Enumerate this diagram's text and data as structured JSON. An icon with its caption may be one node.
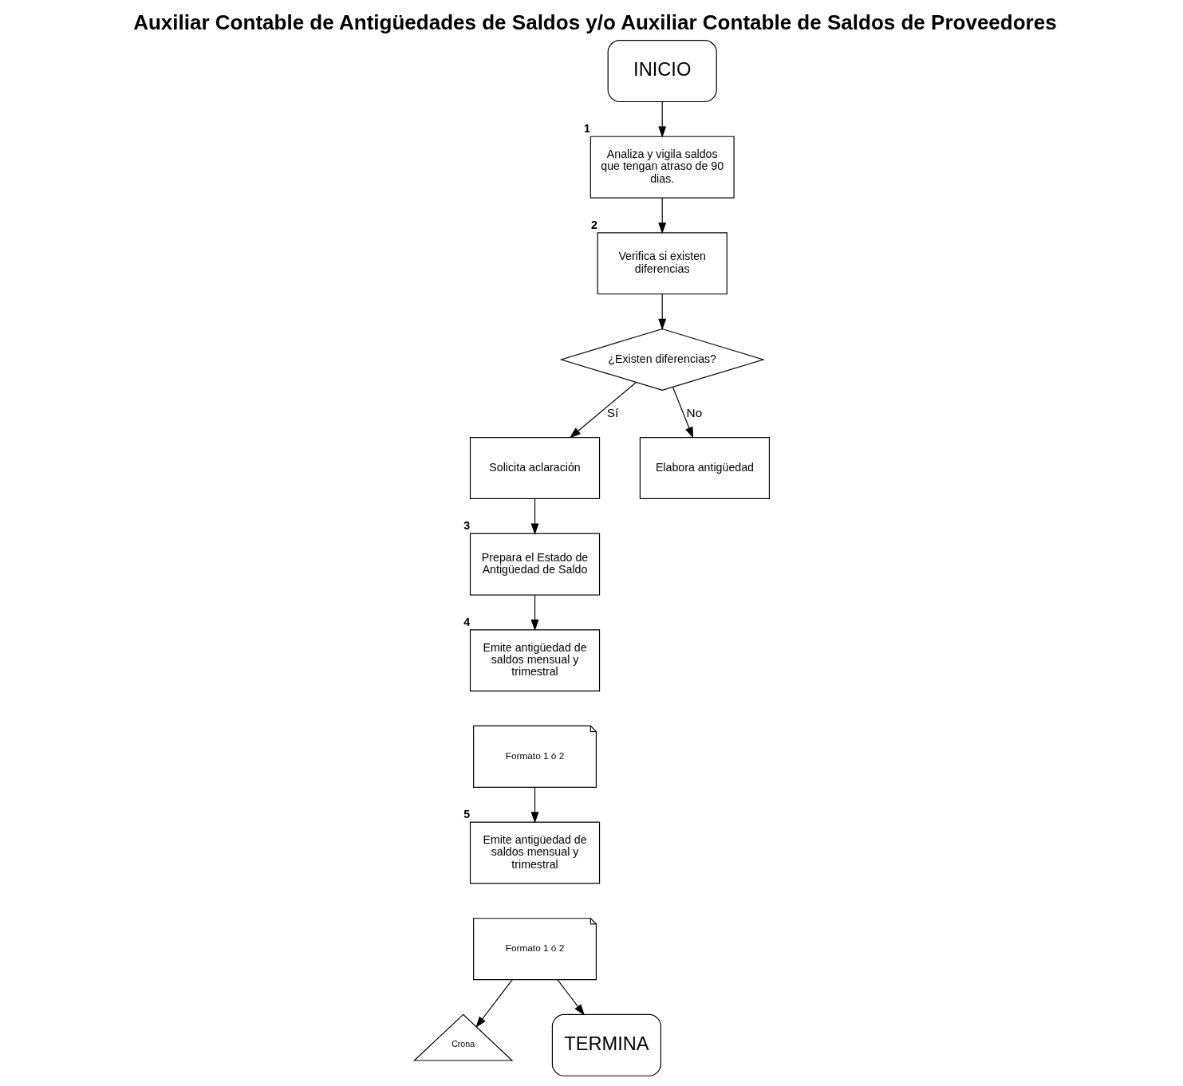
{
  "diagram": {
    "title": "Auxiliar Contable de Antigüedades de Saldos y/o Auxiliar Contable de Saldos de Proveedores",
    "nodes": [
      {
        "text": [
          "INICIO"
        ]
      },
      {
        "text": [
          "Analiza y vigila saldos que tengan atraso de 90 dias."
        ],
        "beside": [
          "1"
        ]
      },
      {
        "text": [
          "Verifica si existen diferencias"
        ],
        "beside": [
          "2"
        ]
      },
      {
        "text": [
          "¿Existen diferencias?"
        ]
      },
      {
        "text": [
          "Solicita aclaración"
        ]
      },
      {
        "text": [
          "Elabora antigüedad"
        ]
      },
      {
        "text": [
          "Prepara el Estado de Antigüedad de Saldo"
        ],
        "beside": [
          "3"
        ]
      },
      {
        "text": [
          "Emite antigüedad de saldos mensual y trimestral"
        ],
        "beside": [
          "4"
        ]
      },
      {
        "text": [
          "Formato 1 ó 2"
        ]
      },
      {
        "text": [
          "Emite antigüedad de saldos mensual y trimestral"
        ],
        "beside": [
          "5"
        ]
      },
      {
        "text": [
          "Formato 1 ó 2"
        ]
      },
      {
        "text": [
          "Crona"
        ]
      },
      {
        "text": [
          "TERMINA"
        ]
      }
    ],
    "edges": [
      {
        "from": 0,
        "to": 1,
        "arrow": "to"
      },
      {
        "from": 1,
        "to": 2,
        "arrow": "to"
      },
      {
        "from": 2,
        "to": 3,
        "arrow": "to"
      },
      {
        "from": 3,
        "to": 4,
        "arrow": "to",
        "label": "Sí"
      },
      {
        "from": 3,
        "to": 5,
        "arrow": "to",
        "label": "No"
      },
      {
        "from": 4,
        "to": 6,
        "arrow": "to"
      },
      {
        "from": 6,
        "to": 7,
        "arrow": "to"
      },
      {
        "from": 8,
        "to": 9,
        "arrow": "to"
      },
      {
        "from": 10,
        "to": 12,
        "arrow": "to"
      },
      {
        "from": 10,
        "to": 11,
        "arrow": "to"
      }
    ]
  }
}
